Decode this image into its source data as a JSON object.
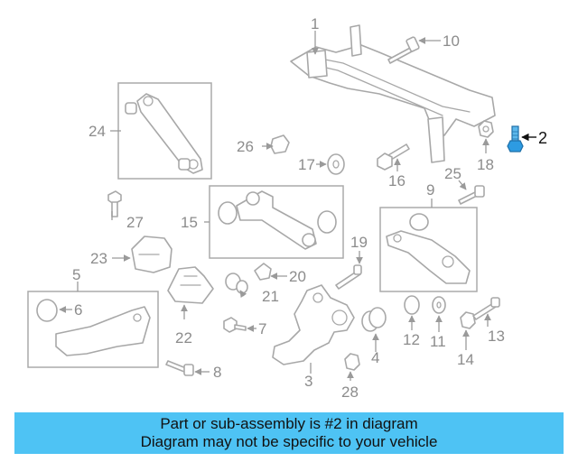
{
  "callouts": [
    "1",
    "2",
    "3",
    "4",
    "5",
    "6",
    "7",
    "8",
    "9",
    "10",
    "11",
    "12",
    "13",
    "14",
    "15",
    "16",
    "17",
    "18",
    "19",
    "20",
    "21",
    "22",
    "23",
    "24",
    "25",
    "26",
    "27",
    "28"
  ],
  "highlighted_part": "2",
  "colors": {
    "banner": "#4ec3f4",
    "highlight": "#1f8fd6",
    "line_art": "#a8a8a8"
  },
  "banner": {
    "line1": "Part or sub-assembly is #2 in diagram",
    "line2": "Diagram may not be specific to your vehicle"
  }
}
